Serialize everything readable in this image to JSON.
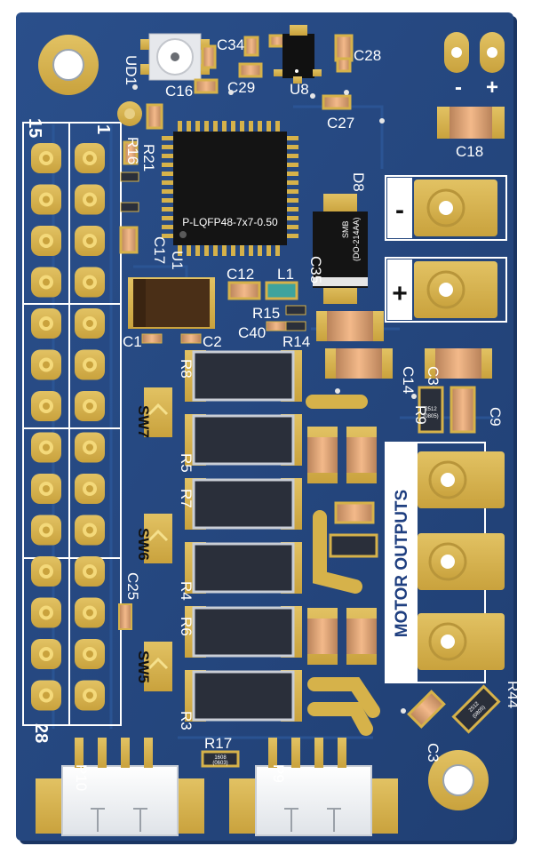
{
  "board": {
    "colors": {
      "pcb": "#24477f",
      "pcb_edge": "#1a3563",
      "trace": "#2b5594",
      "copper": "#d6b24a",
      "silk": "#ffffff",
      "ic_body": "#111111",
      "resistor_body": "#2a2f3a",
      "cap_body": "#efb27c",
      "tantalum_body": "#4a2f17"
    },
    "pin_numbers": {
      "top_left": "15",
      "top_right": "1",
      "bottom_left": "28"
    },
    "refdes": {
      "ud1": "UD1",
      "c34": "C34",
      "c28": "C28",
      "c29": "C29",
      "u8": "U8",
      "c16": "C16",
      "c27": "C27",
      "c18": "C18",
      "r21": "R21",
      "r16": "R16",
      "c17": "C17",
      "u1": "U1",
      "d8": "D8",
      "c35": "C35",
      "c12": "C12",
      "l1": "L1",
      "r15": "R15",
      "c40": "C40",
      "r14": "R14",
      "c1": "C1",
      "c2": "C2",
      "c14": "C14",
      "c30": "C30",
      "r8": "R8",
      "r9": "R9",
      "c9": "C9",
      "sw7": "SW7",
      "r5": "R5",
      "r7": "R7",
      "sw6": "SW6",
      "r4": "R4",
      "r6": "R6",
      "c25": "C25",
      "sw5": "SW5",
      "r3": "R3",
      "r44": "R44",
      "c3": "C3",
      "r17": "R17",
      "p10": "P10",
      "p9": "P9"
    },
    "chip_marking": "P-LQFP48-7x7-0.50",
    "diode_marking": {
      "line1": "SMB",
      "line2": "(DO-214AA)"
    },
    "smd_markings": {
      "code": "2512",
      "size": "(0805)",
      "r17_code": "1608",
      "r17_size": "(0603)"
    },
    "power_signs": {
      "minus": "-",
      "plus": "+"
    },
    "motor_label": "MOTOR OUTPUTS"
  }
}
